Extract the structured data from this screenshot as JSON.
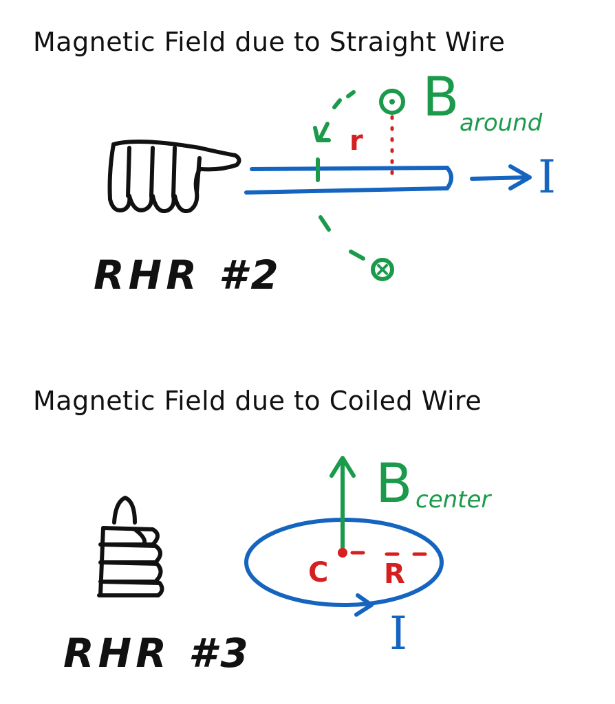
{
  "sections": [
    {
      "title": "Magnetic Field due to Straight Wire",
      "rule_label": "RHR #2",
      "field_symbol": "B",
      "field_subscript": "around",
      "current_label": "I",
      "distance_label": "r"
    },
    {
      "title": "Magnetic Field due to Coiled Wire",
      "rule_label": "RHR #3",
      "field_symbol": "B",
      "field_subscript": "center",
      "current_label": "I",
      "center_label": "C",
      "radius_label": "R"
    }
  ],
  "colors": {
    "ink": "#111111",
    "wire": "#1464c0",
    "field": "#1a9a4a",
    "measure": "#d42020"
  }
}
